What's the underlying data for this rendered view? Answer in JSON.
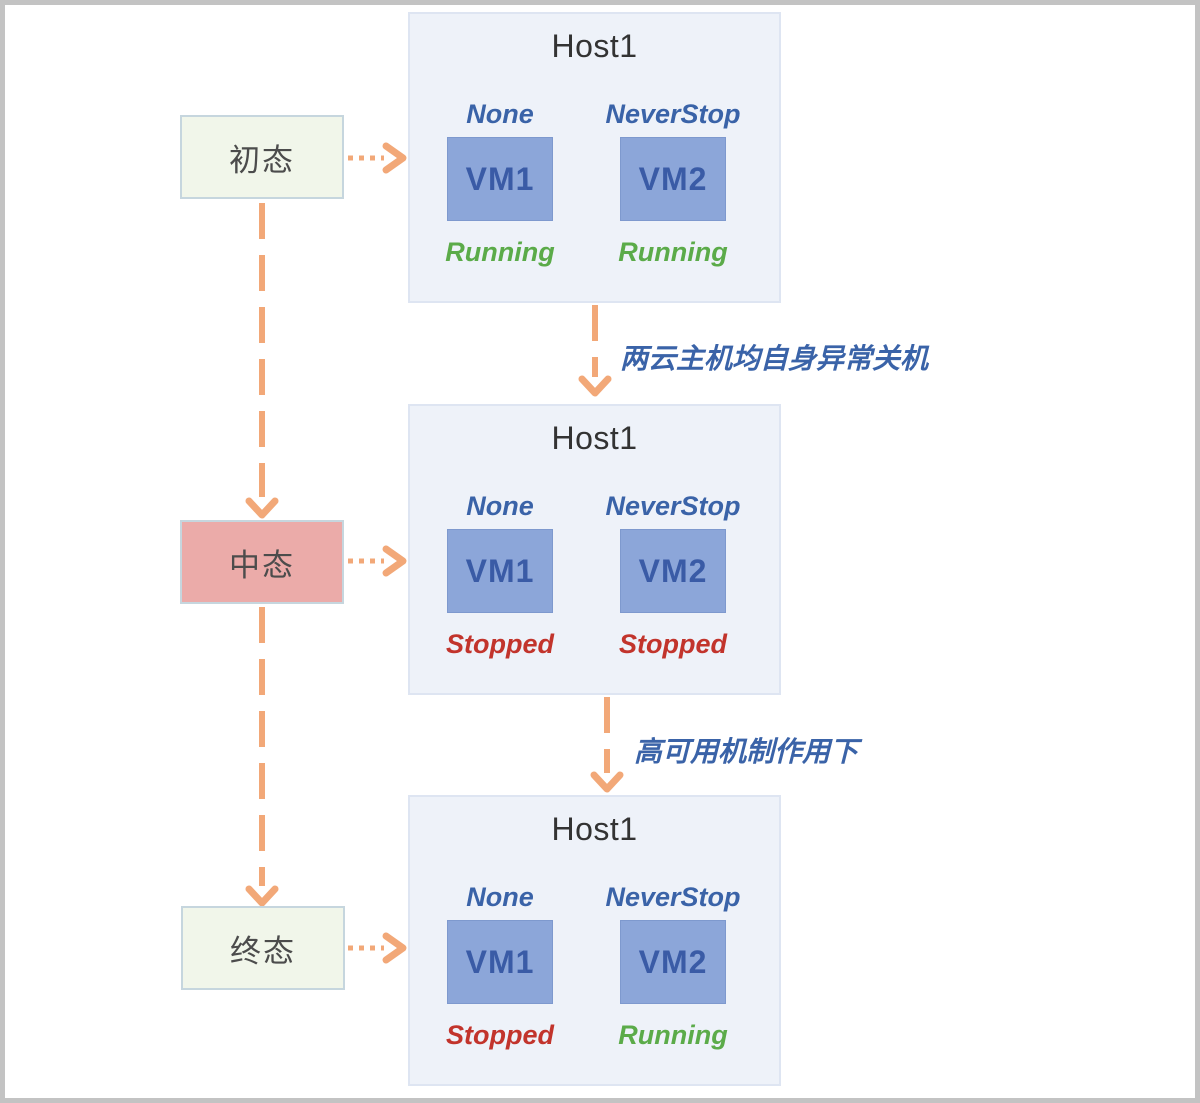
{
  "states": [
    {
      "label": "初态",
      "variant": "green"
    },
    {
      "label": "中态",
      "variant": "pink"
    },
    {
      "label": "终态",
      "variant": "green"
    }
  ],
  "hosts": [
    {
      "title": "Host1",
      "vms": [
        {
          "policy": "None",
          "name": "VM1",
          "status": "Running",
          "status_class": "vm-status running"
        },
        {
          "policy": "NeverStop",
          "name": "VM2",
          "status": "Running",
          "status_class": "vm-status running"
        }
      ]
    },
    {
      "title": "Host1",
      "vms": [
        {
          "policy": "None",
          "name": "VM1",
          "status": "Stopped",
          "status_class": "vm-status stopped"
        },
        {
          "policy": "NeverStop",
          "name": "VM2",
          "status": "Stopped",
          "status_class": "vm-status stopped"
        }
      ]
    },
    {
      "title": "Host1",
      "vms": [
        {
          "policy": "None",
          "name": "VM1",
          "status": "Stopped",
          "status_class": "vm-status stopped"
        },
        {
          "policy": "NeverStop",
          "name": "VM2",
          "status": "Running",
          "status_class": "vm-status running"
        }
      ]
    }
  ],
  "transitions": [
    {
      "label": "两云主机均自身异常关机"
    },
    {
      "label": "高可用机制作用下"
    }
  ],
  "colors": {
    "arrow": "#F2A878",
    "policy_text": "#3A63A8",
    "running": "#5BAB49",
    "stopped": "#C2342C",
    "vm_fill": "#8CA6D9",
    "vm_text": "#3A5BA6",
    "host_fill": "#EEF2F9",
    "host_border": "#DEE5F2",
    "state_green_fill": "#F1F6EA",
    "state_pink_fill": "#EBABA9",
    "state_border": "#C6D6DE",
    "frame_border": "#C3C3C3"
  }
}
